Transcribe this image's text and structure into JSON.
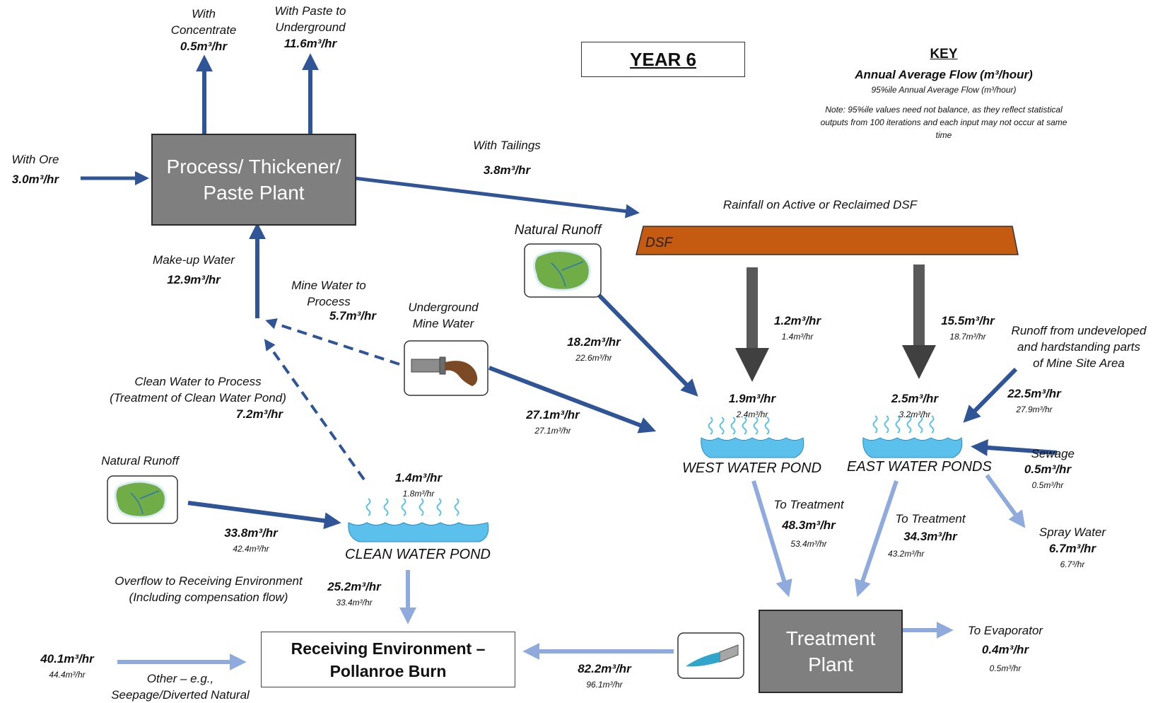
{
  "title": "YEAR 6",
  "key": {
    "title": "KEY",
    "line1": "Annual Average Flow (m³/hour)",
    "line2": "95%ile Annual Average Flow (m³/hour)",
    "note": "Note:  95%ile values need not balance, as they reflect statistical  outputs from 100 iterations and each input may not occur at same time"
  },
  "nodes": {
    "process": [
      "Process/ Thickener/",
      "Paste Plant"
    ],
    "dsf": "DSF",
    "west_pond": "WEST WATER POND",
    "east_ponds": "EAST WATER PONDS",
    "clean_pond": "CLEAN WATER POND",
    "treatment": [
      "Treatment",
      "Plant"
    ],
    "receiving": [
      "Receiving Environment –",
      "Pollanroe Burn"
    ]
  },
  "flows": {
    "with_concentrate": {
      "label": [
        "With",
        "Concentrate"
      ],
      "value": "0.5m³/hr"
    },
    "with_paste": {
      "label": [
        "With Paste to",
        "Underground"
      ],
      "value": "11.6m³/hr"
    },
    "with_ore": {
      "label": [
        "With Ore"
      ],
      "value": "3.0m³/hr"
    },
    "with_tailings": {
      "label": [
        "With Tailings"
      ],
      "value": "3.8m³/hr"
    },
    "rainfall_dsf": {
      "label": [
        "Rainfall on Active or Reclaimed DSF"
      ]
    },
    "natural_runoff_west": {
      "label": [
        "Natural Runoff"
      ],
      "value": "18.2m³/hr",
      "p95": "22.6m³/hr"
    },
    "makeup_water": {
      "label": [
        "Make-up Water"
      ],
      "value": "12.9m³/hr"
    },
    "mine_to_process": {
      "label": [
        "Mine Water to",
        "Process"
      ],
      "value": "5.7m³/hr"
    },
    "underground_mine": {
      "label": [
        "Underground",
        "Mine Water"
      ],
      "value": "27.1m³/hr",
      "p95": "27.1m³/hr"
    },
    "dsf_to_west": {
      "value": "1.2m³/hr",
      "p95": "1.4m³/hr"
    },
    "dsf_to_east": {
      "value": "15.5m³/hr",
      "p95": "18.7m³/hr"
    },
    "runoff_mine_site": {
      "label": [
        "Runoff from undeveloped",
        "and hardstanding parts",
        "of Mine Site Area"
      ],
      "value": "22.5m³/hr",
      "p95": "27.9m³/hr"
    },
    "west_rain": {
      "value": "1.9m³/hr",
      "p95": "2.4m³/hr"
    },
    "east_rain": {
      "value": "2.5m³/hr",
      "p95": "3.2m³/hr"
    },
    "sewage": {
      "label": [
        "Sewage"
      ],
      "value": "0.5m³/hr",
      "p95": "0.5m³/hr"
    },
    "clean_to_process": {
      "label": [
        "Clean Water to Process",
        "(Treatment of Clean Water Pond)"
      ],
      "value": "7.2m³/hr"
    },
    "natural_runoff_clean": {
      "label": [
        "Natural Runoff"
      ],
      "value": "33.8m³/hr",
      "p95": "42.4m³/hr"
    },
    "clean_rain": {
      "value": "1.4m³/hr",
      "p95": "1.8m³/hr"
    },
    "west_to_treatment": {
      "label": [
        "To Treatment"
      ],
      "value": "48.3m³/hr",
      "p95": "53.4m³/hr"
    },
    "east_to_treatment": {
      "label": [
        "To Treatment"
      ],
      "value": "34.3m³/hr",
      "p95": "43.2m³/hr"
    },
    "spray_water": {
      "label": [
        "Spray Water"
      ],
      "value": "6.7m³/hr",
      "p95": "6.7³/hr"
    },
    "overflow": {
      "label": [
        "Overflow to Receiving Environment",
        "(Including compensation flow)"
      ],
      "value": "25.2m³/hr",
      "p95": "33.4m³/hr"
    },
    "to_evaporator": {
      "label": [
        "To Evaporator"
      ],
      "value": "0.4m³/hr",
      "p95": "0.5m³/hr"
    },
    "other": {
      "label": [
        "Other – e.g.,",
        "Seepage/Diverted Natural"
      ],
      "value": "40.1m³/hr",
      "p95": "44.4m³/hr"
    },
    "treatment_discharge": {
      "value": "82.2m³/hr",
      "p95": "96.1m³/hr"
    }
  },
  "colors": {
    "dark_arrow": "#2f5597",
    "light_arrow": "#8faadc",
    "grey_arrow": "#595959",
    "plant_fill": "#7f7f7f",
    "dsf_fill": "#c55a11",
    "pond_fill": "#5bc0eb",
    "land_fill": "#70ad47"
  },
  "icons": [
    "land-runoff-icon",
    "pipe-outflow-icon",
    "rain-wave-icon",
    "discharge-pipe-icon"
  ]
}
